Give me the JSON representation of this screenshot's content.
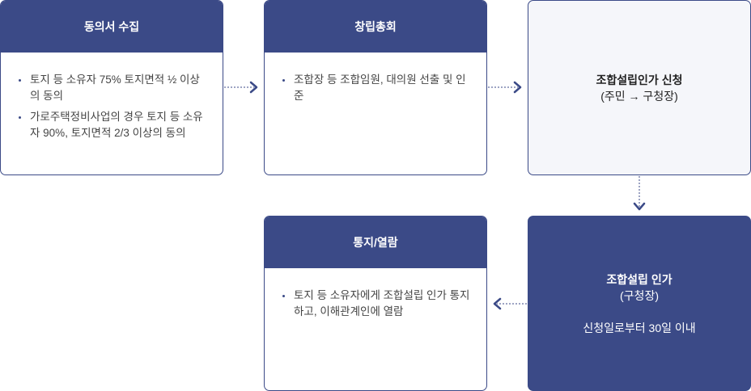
{
  "steps": {
    "consent": {
      "title": "동의서 수집",
      "items": [
        "토지 등 소유자 75% 토지면적 ½ 이상의 동의",
        "가로주택정비사업의 경우 토지 등 소유자 90%, 토지면적 2/3 이상의 동의"
      ]
    },
    "founding": {
      "title": "창립총회",
      "items": [
        "조합장 등 조합임원, 대의원 선출 및 인준"
      ]
    },
    "apply": {
      "title": "조합설립인가 신청",
      "subtitle": "(주민 → 구청장)"
    },
    "approval": {
      "title": "조합설립 인가",
      "subtitle": "(구청장)",
      "note": "신청일로부터 30일 이내"
    },
    "notice": {
      "title": "통지/열람",
      "items": [
        "토지 등 소유자에게 조합설립 인가 통지하고, 이해관계인에 열람"
      ]
    }
  },
  "colors": {
    "primary": "#3b4a87",
    "light_bg": "#f5f6fa",
    "border": "#3b4a87"
  }
}
